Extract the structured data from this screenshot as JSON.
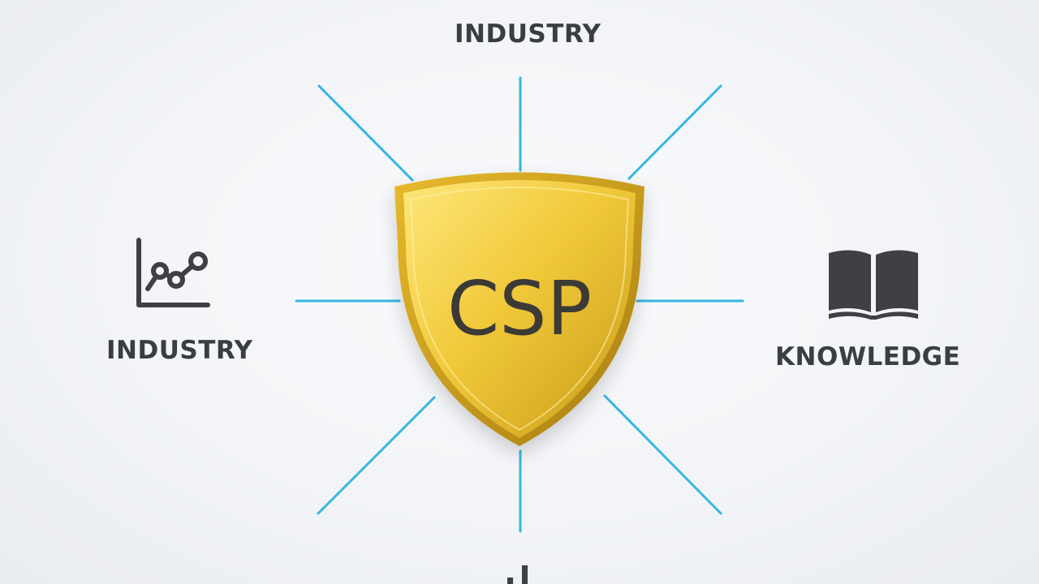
{
  "shield": {
    "text": "CSP",
    "color_light": "#fde77a",
    "color_mid": "#f1c93a",
    "color_dark": "#c99b18"
  },
  "labels": {
    "top": "INDUSTRY",
    "left": "INDUSTRY",
    "right": "KNOWLEDGE"
  },
  "icons": {
    "left": "line-chart-icon",
    "right": "open-book-icon",
    "bottom": "bar-chart-icon"
  },
  "colors": {
    "ray": "#35b6e3",
    "text": "#3a3d42",
    "icon": "#3e4045"
  }
}
